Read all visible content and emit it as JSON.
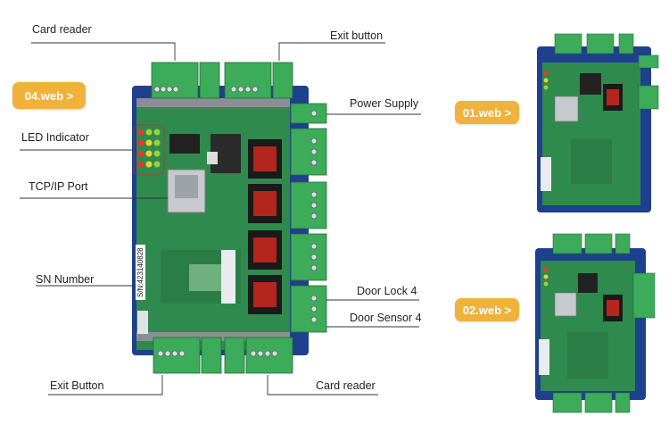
{
  "callouts": {
    "card_reader_top": "Card reader",
    "exit_button_top": "Exit button",
    "power_supply": "Power Supply",
    "led_indicator": "LED Indicator",
    "tcpip_port": "TCP/IP Port",
    "sn_number": "SN Number",
    "door_lock_4": "Door Lock 4",
    "door_sensor_4": "Door Sensor 4",
    "exit_button_bottom": "Exit Button",
    "card_reader_bottom": "Card reader"
  },
  "badges": {
    "large_board": "04.web >",
    "small_board_top": "01.web >",
    "small_board_bottom": "02.web >"
  },
  "board_serial": "S/N:423140828",
  "colors": {
    "badge": "#f0b23a",
    "pcb_blue": "#1f3f8f",
    "pcb_green": "#2f8a4e",
    "terminal_green": "#3cab5a"
  }
}
